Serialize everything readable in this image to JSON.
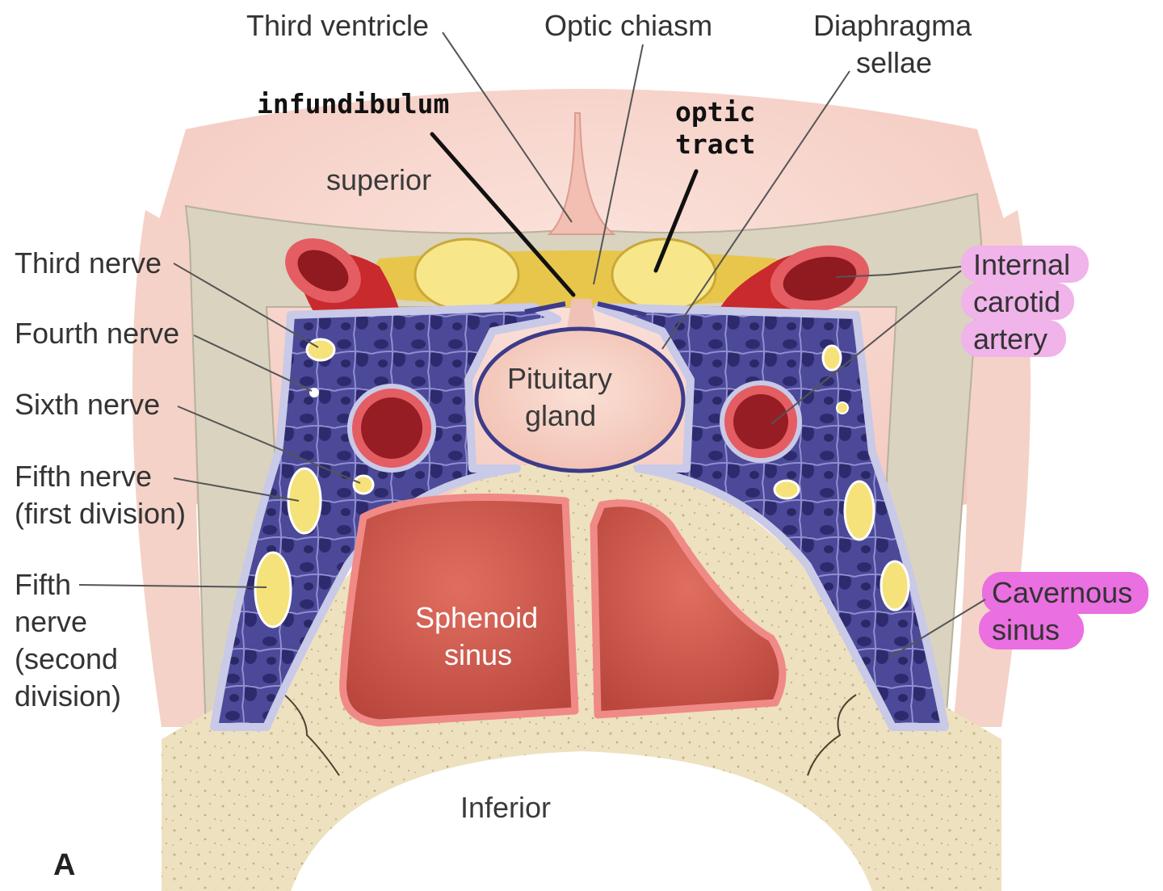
{
  "labels": {
    "third_ventricle": "Third ventricle",
    "optic_chiasm": "Optic chiasm",
    "diaphragma_sellae_1": "Diaphragma",
    "diaphragma_sellae_2": "sellae",
    "infundibulum": "infundibulum",
    "optic_tract_1": "optic",
    "optic_tract_2": "tract",
    "superior": "superior",
    "third_nerve": "Third nerve",
    "fourth_nerve": "Fourth nerve",
    "sixth_nerve": "Sixth nerve",
    "fifth_first_1": "Fifth nerve",
    "fifth_first_2": "(first division)",
    "fifth_second_1": "Fifth",
    "fifth_second_2": "nerve",
    "fifth_second_3": "(second",
    "fifth_second_4": "division)",
    "ica_1": "Internal",
    "ica_2": "carotid",
    "ica_3": "artery",
    "pituitary_1": "Pituitary",
    "pituitary_2": "gland",
    "sphenoid_1": "Sphenoid",
    "sphenoid_2": "sinus",
    "cavernous_1": "Cavernous",
    "cavernous_2": "sinus",
    "inferior": "Inferior",
    "figure_letter": "A"
  },
  "colors": {
    "brain": "#f6d4cb",
    "dura": "#d8d2bf",
    "bone": "#eee1bf",
    "sinus_fill": "#3d3b8a",
    "sinus_border": "#c9c9e8",
    "artery": "#b3202a",
    "artery_wall": "#e45d63",
    "nerve": "#f6e27a",
    "sphenoid": "#d45a4e",
    "highlight_ica": "#f0b3ea",
    "highlight_cavernous": "#ea6fe0"
  }
}
